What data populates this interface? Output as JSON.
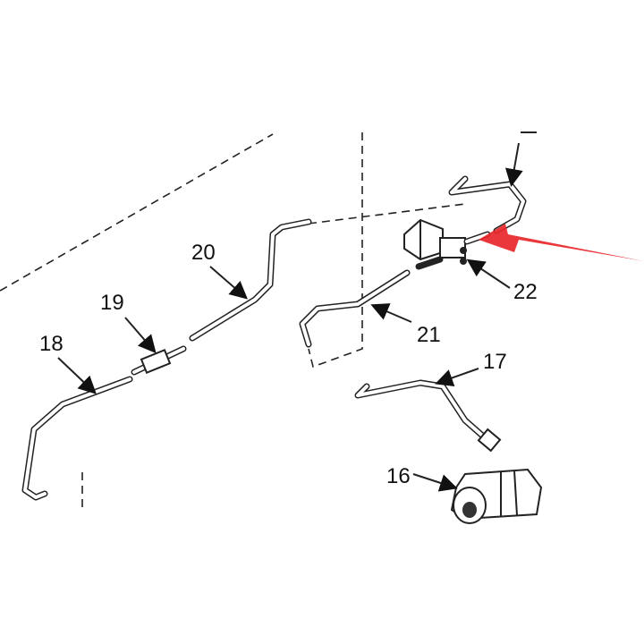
{
  "labels": {
    "p16": "16",
    "p17": "17",
    "p18": "18",
    "p19": "19",
    "p20": "20",
    "p21": "21",
    "p22": "22"
  },
  "colors": {
    "highlight_arrow": "#e8262a",
    "line": "#222222"
  }
}
